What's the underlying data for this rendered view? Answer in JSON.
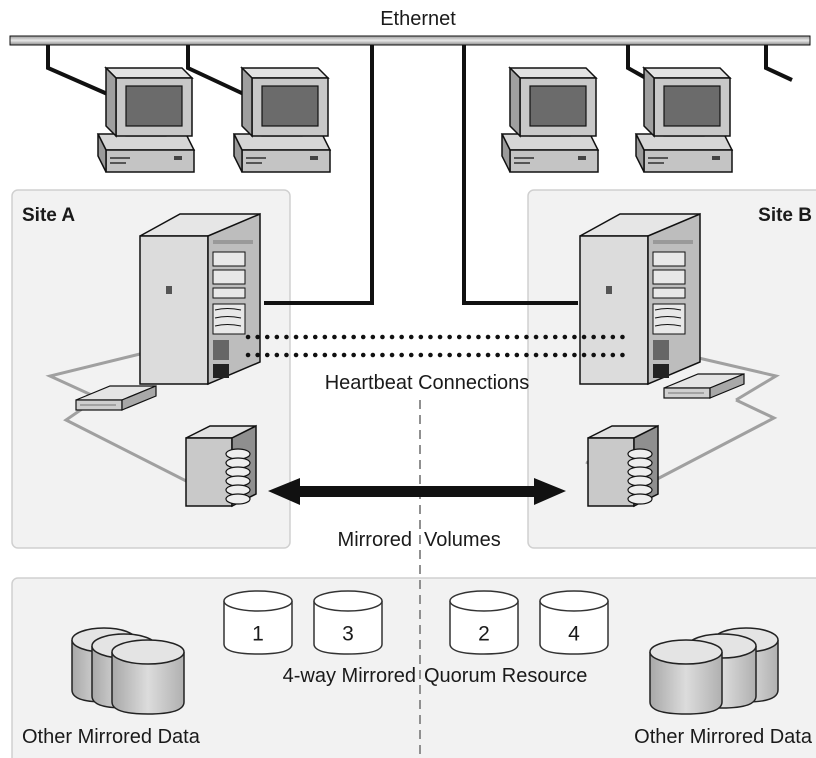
{
  "labels": {
    "network": "Ethernet",
    "site_a": "Site A",
    "site_b": "Site B",
    "heartbeat": "Heartbeat Connections",
    "mirrored_left": "Mirrored",
    "mirrored_right": "Volumes",
    "quorum_left": "4-way Mirrored",
    "quorum_right": "Quorum Resource",
    "other_left": "Other Mirrored Data",
    "other_right": "Other Mirrored Data"
  },
  "quorum_disks": [
    "1",
    "3",
    "2",
    "4"
  ],
  "colors": {
    "site_panel": "#f2f2f2",
    "panel_border": "#d0d0d0",
    "line": "#111111",
    "device_light": "#e6e6e6",
    "device_mid": "#bdbdbd",
    "device_dark": "#7a7a7a",
    "screen": "#6b6b6b",
    "dashed_divider": "#909090"
  }
}
